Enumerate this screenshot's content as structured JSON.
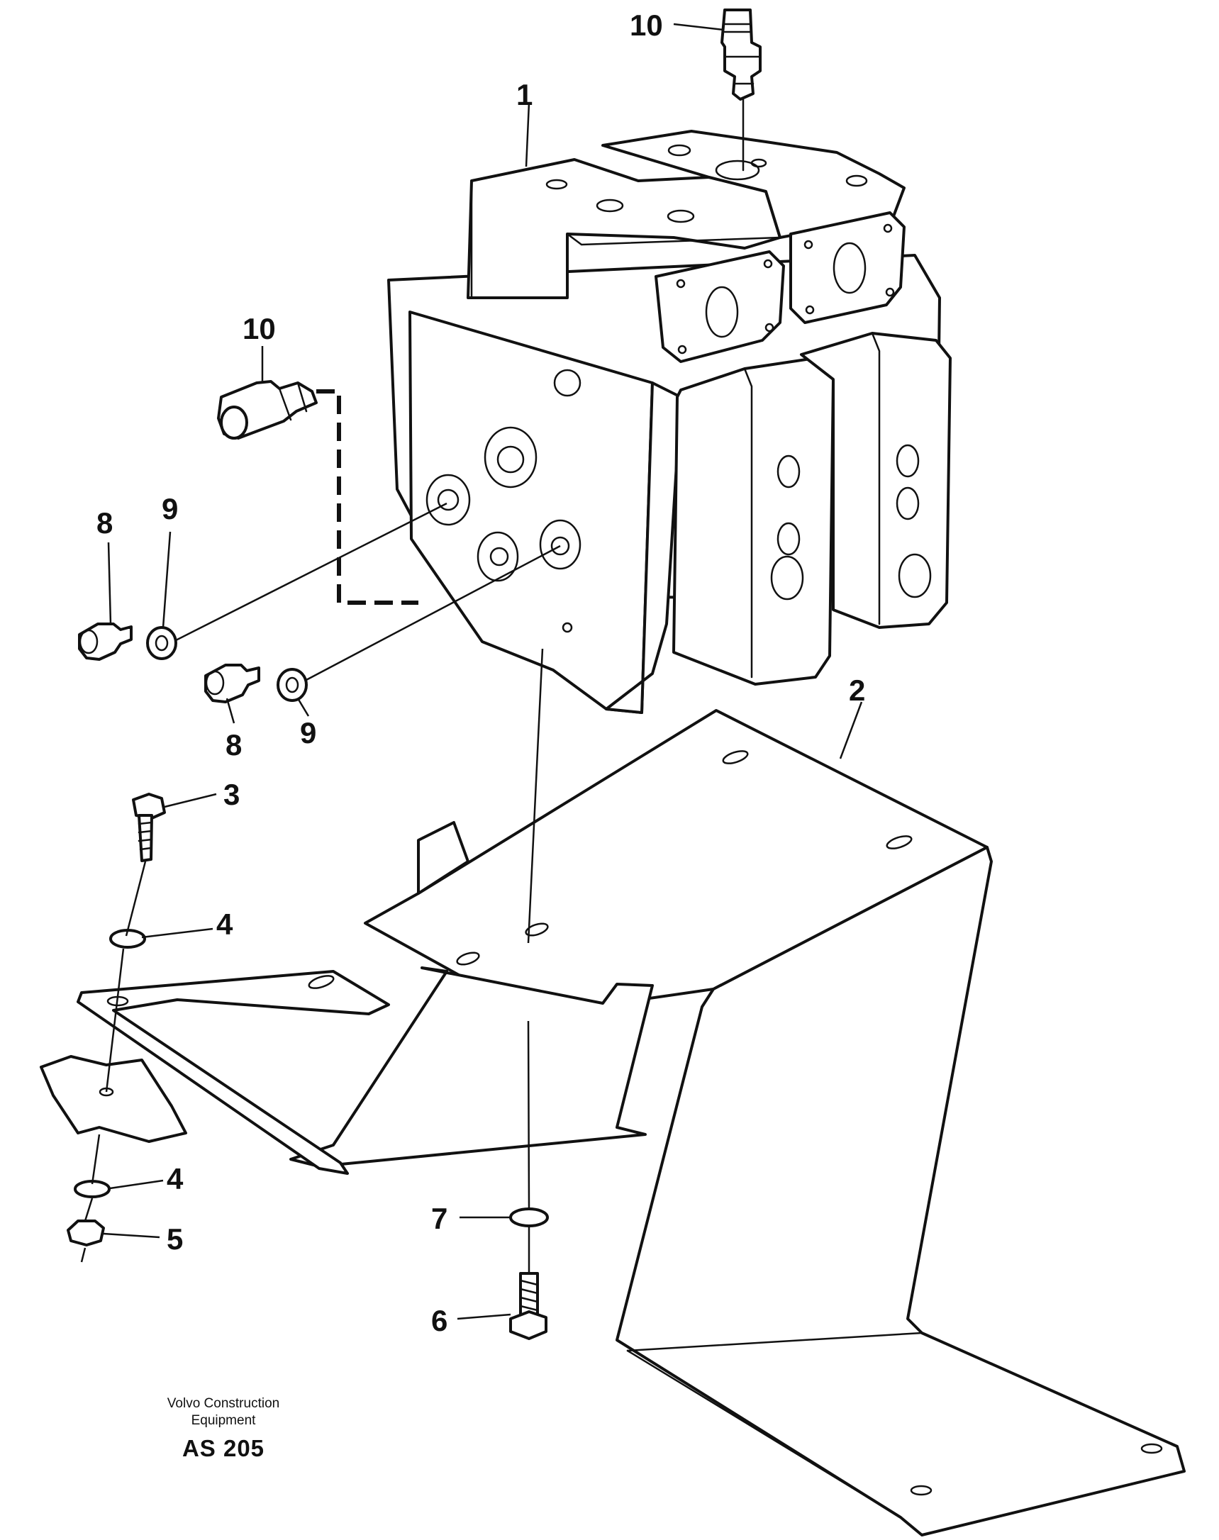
{
  "callouts": [
    "1",
    "2",
    "3",
    "4",
    "4",
    "5",
    "6",
    "7",
    "8",
    "8",
    "9",
    "9",
    "10",
    "10"
  ],
  "caption": {
    "line1": "Volvo Construction",
    "line2": "Equipment",
    "code": "AS 205"
  }
}
